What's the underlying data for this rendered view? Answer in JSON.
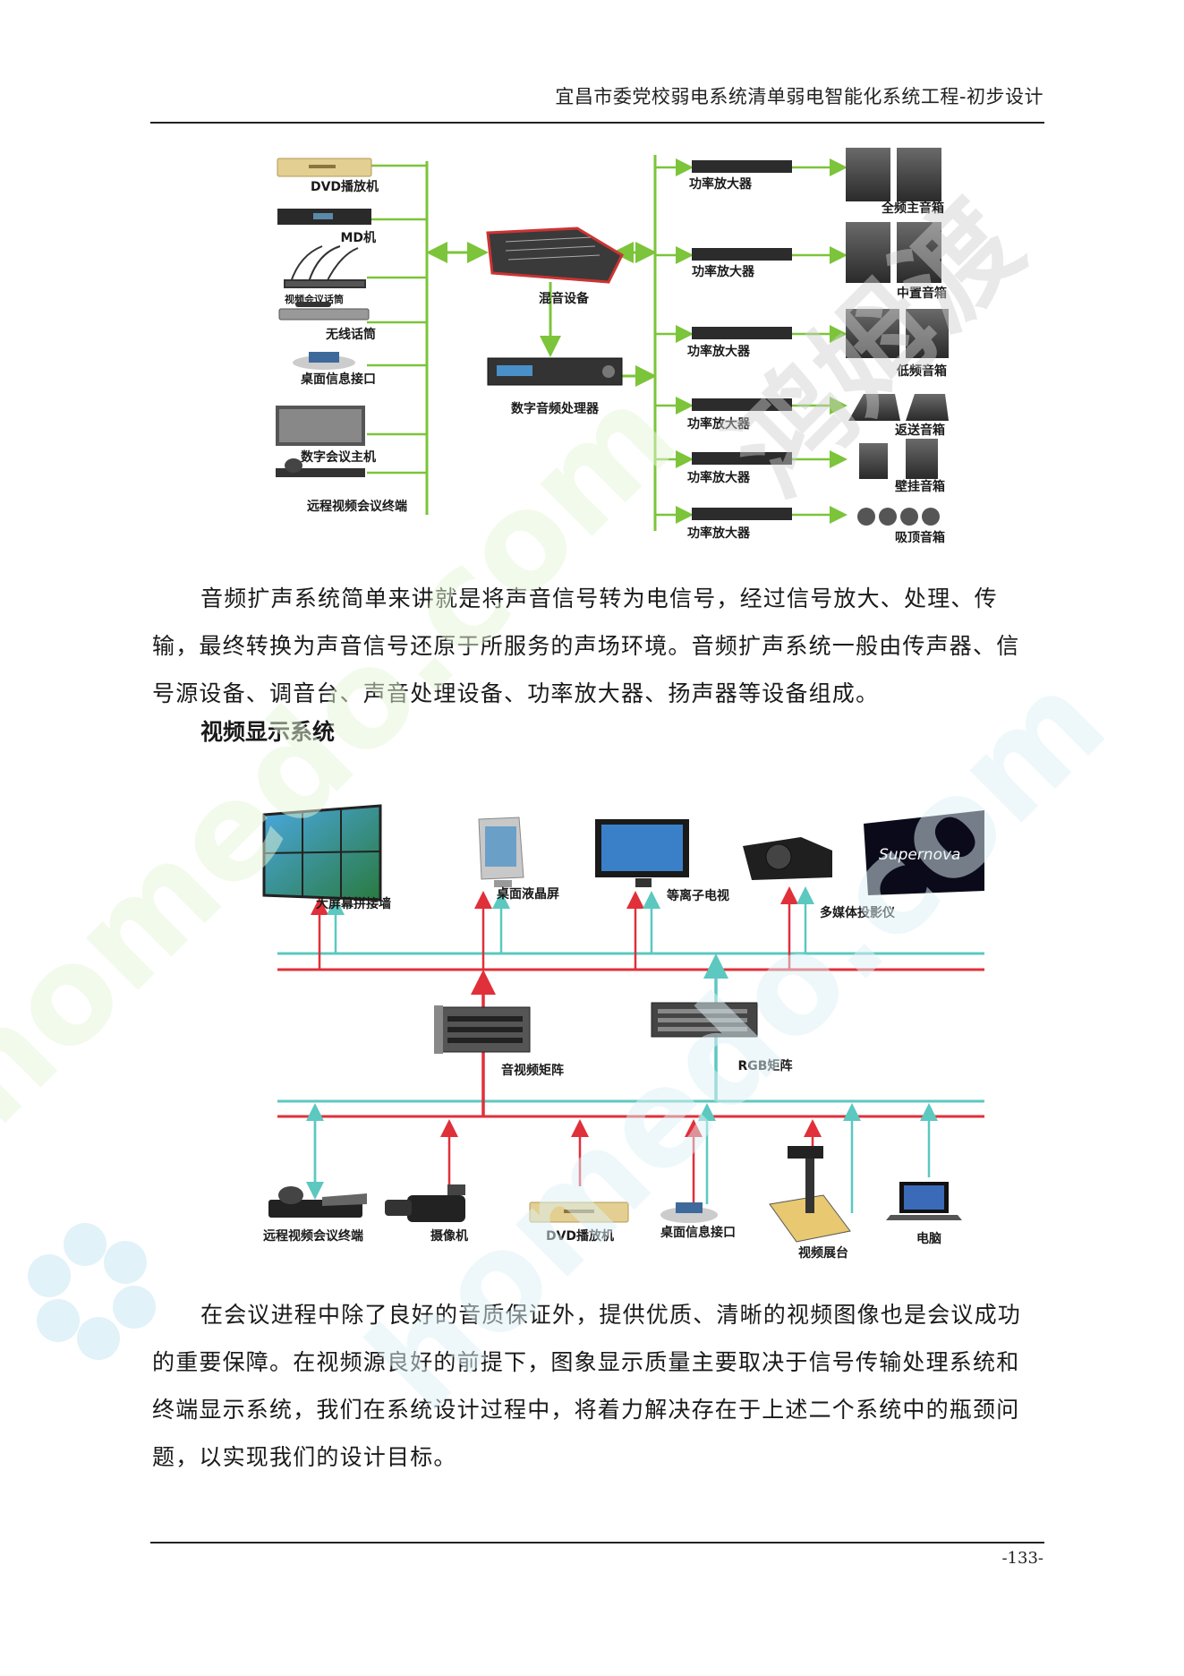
{
  "header": {
    "title": "宜昌市委党校弱电系统清单弱电智能化系统工程-初步设计"
  },
  "audio_diagram": {
    "sources": [
      "DVD播放机",
      "MD机",
      "视频会议话筒",
      "无线话筒",
      "桌面信息接口",
      "数字会议主机",
      "远程视频会议终端"
    ],
    "mixer": "混音设备",
    "processor": "数字音频处理器",
    "amplifier_label": "功率放大器",
    "speakers": [
      "全频主音箱",
      "中置音箱",
      "低频音箱",
      "返送音箱",
      "壁挂音箱",
      "吸顶音箱"
    ]
  },
  "paragraph1": {
    "lines": [
      "音频扩声系统简单来讲就是将声音信号转为电信号，经过信号放大、处理、传",
      "输，最终转换为声音信号还原于所服务的声场环境。音频扩声系统一般由传声器、信",
      "号源设备、调音台、声音处理设备、功率放大器、扬声器等设备组成。"
    ]
  },
  "section_heading": "视频显示系统",
  "video_diagram": {
    "displays": [
      "大屏幕拼接墙",
      "桌面液晶屏",
      "等离子电视",
      "多媒体投影仪"
    ],
    "projector_screen_text": "Supernova",
    "matrices": [
      "音视频矩阵",
      "RGB矩阵"
    ],
    "sources": [
      "远程视频会议终端",
      "摄像机",
      "DVD播放机",
      "桌面信息接口",
      "视频展台",
      "电脑"
    ],
    "colors": {
      "red_bus": "#e0303a",
      "cyan_bus": "#5cc8c0"
    }
  },
  "paragraph2": {
    "lines": [
      "在会议进程中除了良好的音质保证外，提供优质、清晰的视频图像也是会议成功",
      "的重要保障。在视频源良好的前提下，图象显示质量主要取决于信号传输处理系统和",
      "终端显示系统，我们在系统设计过程中，将着力解决存在于上述二个系统中的瓶颈问",
      "题，以实现我们的设计目标。"
    ]
  },
  "watermark": {
    "text_cn": "鸿姆渡",
    "text_en": "homedo.com"
  },
  "footer": {
    "page_number": "-133-"
  }
}
